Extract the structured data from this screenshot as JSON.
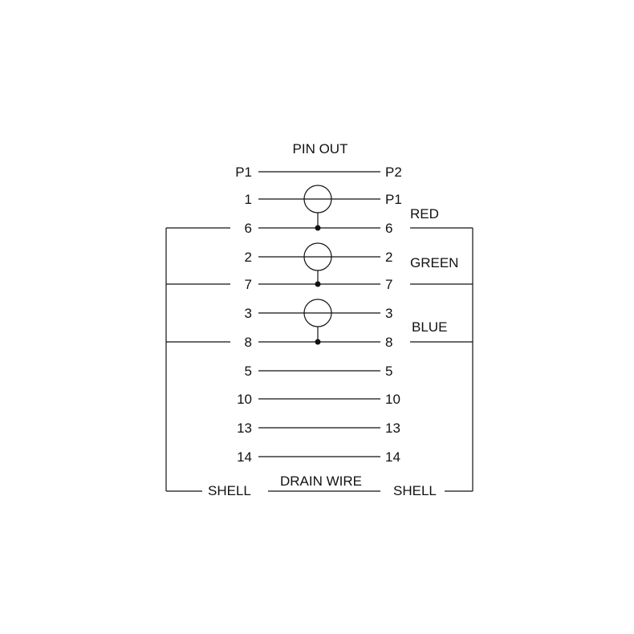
{
  "title": "PIN OUT",
  "header": {
    "left": "P1",
    "right": "P2"
  },
  "rows": [
    {
      "left": "1",
      "right": "P1"
    },
    {
      "left": "6",
      "right": "6"
    },
    {
      "left": "2",
      "right": "2"
    },
    {
      "left": "7",
      "right": "7"
    },
    {
      "left": "3",
      "right": "3"
    },
    {
      "left": "8",
      "right": "8"
    },
    {
      "left": "5",
      "right": "5"
    },
    {
      "left": "10",
      "right": "10"
    },
    {
      "left": "13",
      "right": "13"
    },
    {
      "left": "14",
      "right": "14"
    }
  ],
  "pairs": [
    {
      "name": "RED"
    },
    {
      "name": "GREEN"
    },
    {
      "name": "BLUE"
    }
  ],
  "shell": {
    "left": "SHELL",
    "right": "SHELL",
    "drain": "DRAIN WIRE"
  }
}
